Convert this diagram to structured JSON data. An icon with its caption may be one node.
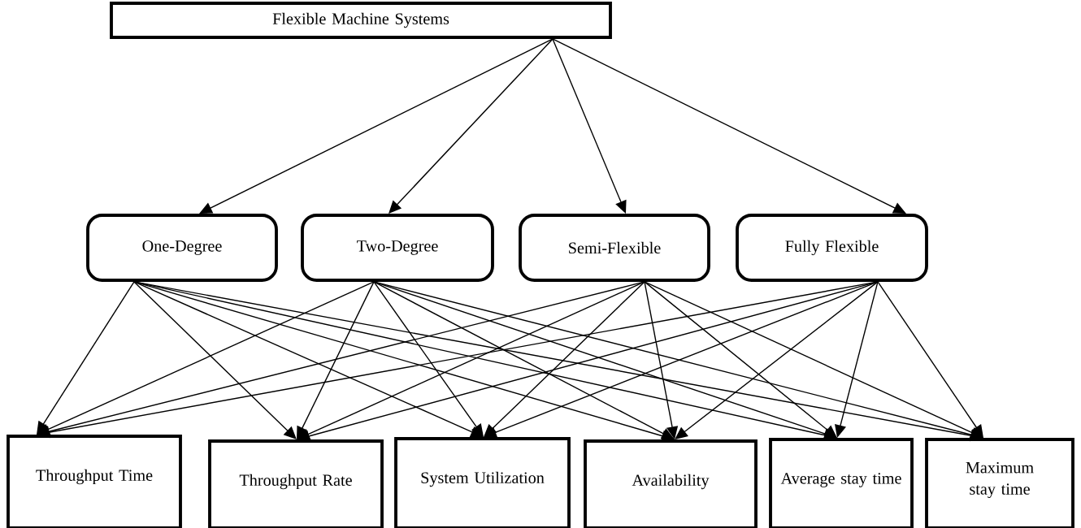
{
  "diagram": {
    "nodes": [
      {
        "text": [
          "Flexible Machine Systems"
        ]
      },
      {
        "text": [
          "One-Degree"
        ]
      },
      {
        "text": [
          "Two-Degree"
        ]
      },
      {
        "text": [
          "Semi-Flexible"
        ]
      },
      {
        "text": [
          "Fully Flexible"
        ]
      },
      {
        "text": [
          "Throughput Time"
        ]
      },
      {
        "text": [
          "Throughput Rate"
        ]
      },
      {
        "text": [
          "System Utilization"
        ]
      },
      {
        "text": [
          "Availability"
        ]
      },
      {
        "text": [
          "Average stay time"
        ]
      },
      {
        "text": [
          "Maximum stay time"
        ]
      }
    ],
    "edges": [
      {
        "from": 0,
        "to": 1,
        "arrow": "to"
      },
      {
        "from": 0,
        "to": 2,
        "arrow": "to"
      },
      {
        "from": 0,
        "to": 3,
        "arrow": "to"
      },
      {
        "from": 0,
        "to": 4,
        "arrow": "to"
      },
      {
        "from": 1,
        "to": 5,
        "arrow": "to"
      },
      {
        "from": 1,
        "to": 6,
        "arrow": "to"
      },
      {
        "from": 1,
        "to": 7,
        "arrow": "to"
      },
      {
        "from": 1,
        "to": 8,
        "arrow": "to"
      },
      {
        "from": 1,
        "to": 9,
        "arrow": "to"
      },
      {
        "from": 1,
        "to": 10,
        "arrow": "to"
      },
      {
        "from": 2,
        "to": 5,
        "arrow": "to"
      },
      {
        "from": 2,
        "to": 6,
        "arrow": "to"
      },
      {
        "from": 2,
        "to": 7,
        "arrow": "to"
      },
      {
        "from": 2,
        "to": 8,
        "arrow": "to"
      },
      {
        "from": 2,
        "to": 9,
        "arrow": "to"
      },
      {
        "from": 2,
        "to": 10,
        "arrow": "to"
      },
      {
        "from": 3,
        "to": 5,
        "arrow": "to"
      },
      {
        "from": 3,
        "to": 6,
        "arrow": "to"
      },
      {
        "from": 3,
        "to": 7,
        "arrow": "to"
      },
      {
        "from": 3,
        "to": 8,
        "arrow": "to"
      },
      {
        "from": 3,
        "to": 9,
        "arrow": "to"
      },
      {
        "from": 3,
        "to": 10,
        "arrow": "to"
      },
      {
        "from": 4,
        "to": 5,
        "arrow": "to"
      },
      {
        "from": 4,
        "to": 6,
        "arrow": "to"
      },
      {
        "from": 4,
        "to": 7,
        "arrow": "to"
      },
      {
        "from": 4,
        "to": 8,
        "arrow": "to"
      },
      {
        "from": 4,
        "to": 9,
        "arrow": "to"
      },
      {
        "from": 4,
        "to": 10,
        "arrow": "to"
      }
    ]
  }
}
